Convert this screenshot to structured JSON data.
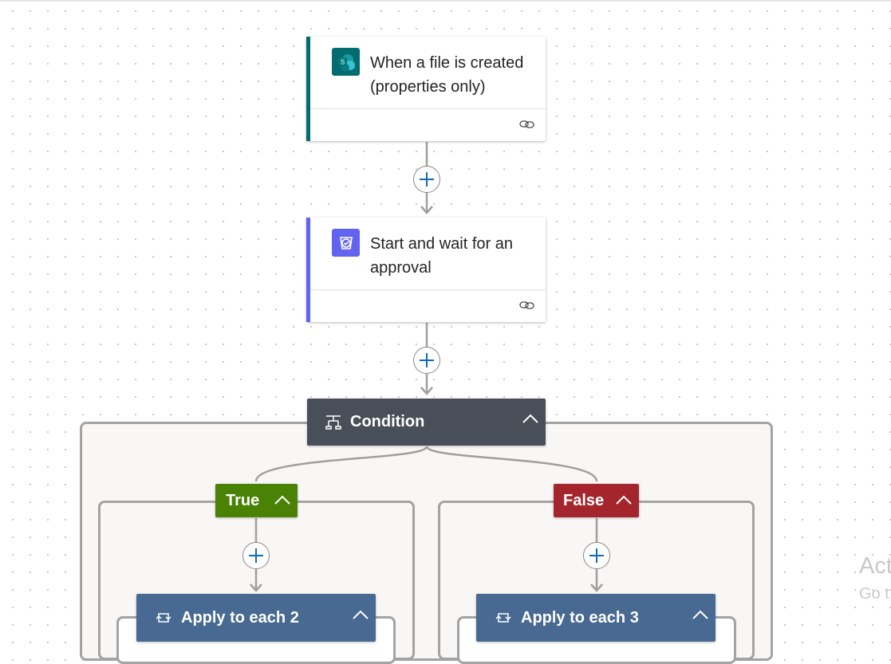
{
  "trigger": {
    "title_line1": "When a file is created",
    "title_line2": "(properties only)",
    "icon": "sharepoint-icon",
    "accent_color": "#036c70"
  },
  "approval": {
    "title_line1": "Start and wait for an",
    "title_line2": "approval",
    "icon": "approvals-icon",
    "accent_color": "#6264f0"
  },
  "condition": {
    "label": "Condition",
    "icon": "condition-icon",
    "color": "#484f58"
  },
  "branches": {
    "true": {
      "label": "True",
      "color": "#498205"
    },
    "false": {
      "label": "False",
      "color": "#a4262c"
    }
  },
  "loops": [
    {
      "label": "Apply to each 2",
      "icon": "loop-icon",
      "color": "#486991"
    },
    {
      "label": "Apply to each 3",
      "icon": "loop-icon",
      "color": "#486991"
    }
  ],
  "watermark": {
    "line1": "Act",
    "line2": "Go t"
  }
}
